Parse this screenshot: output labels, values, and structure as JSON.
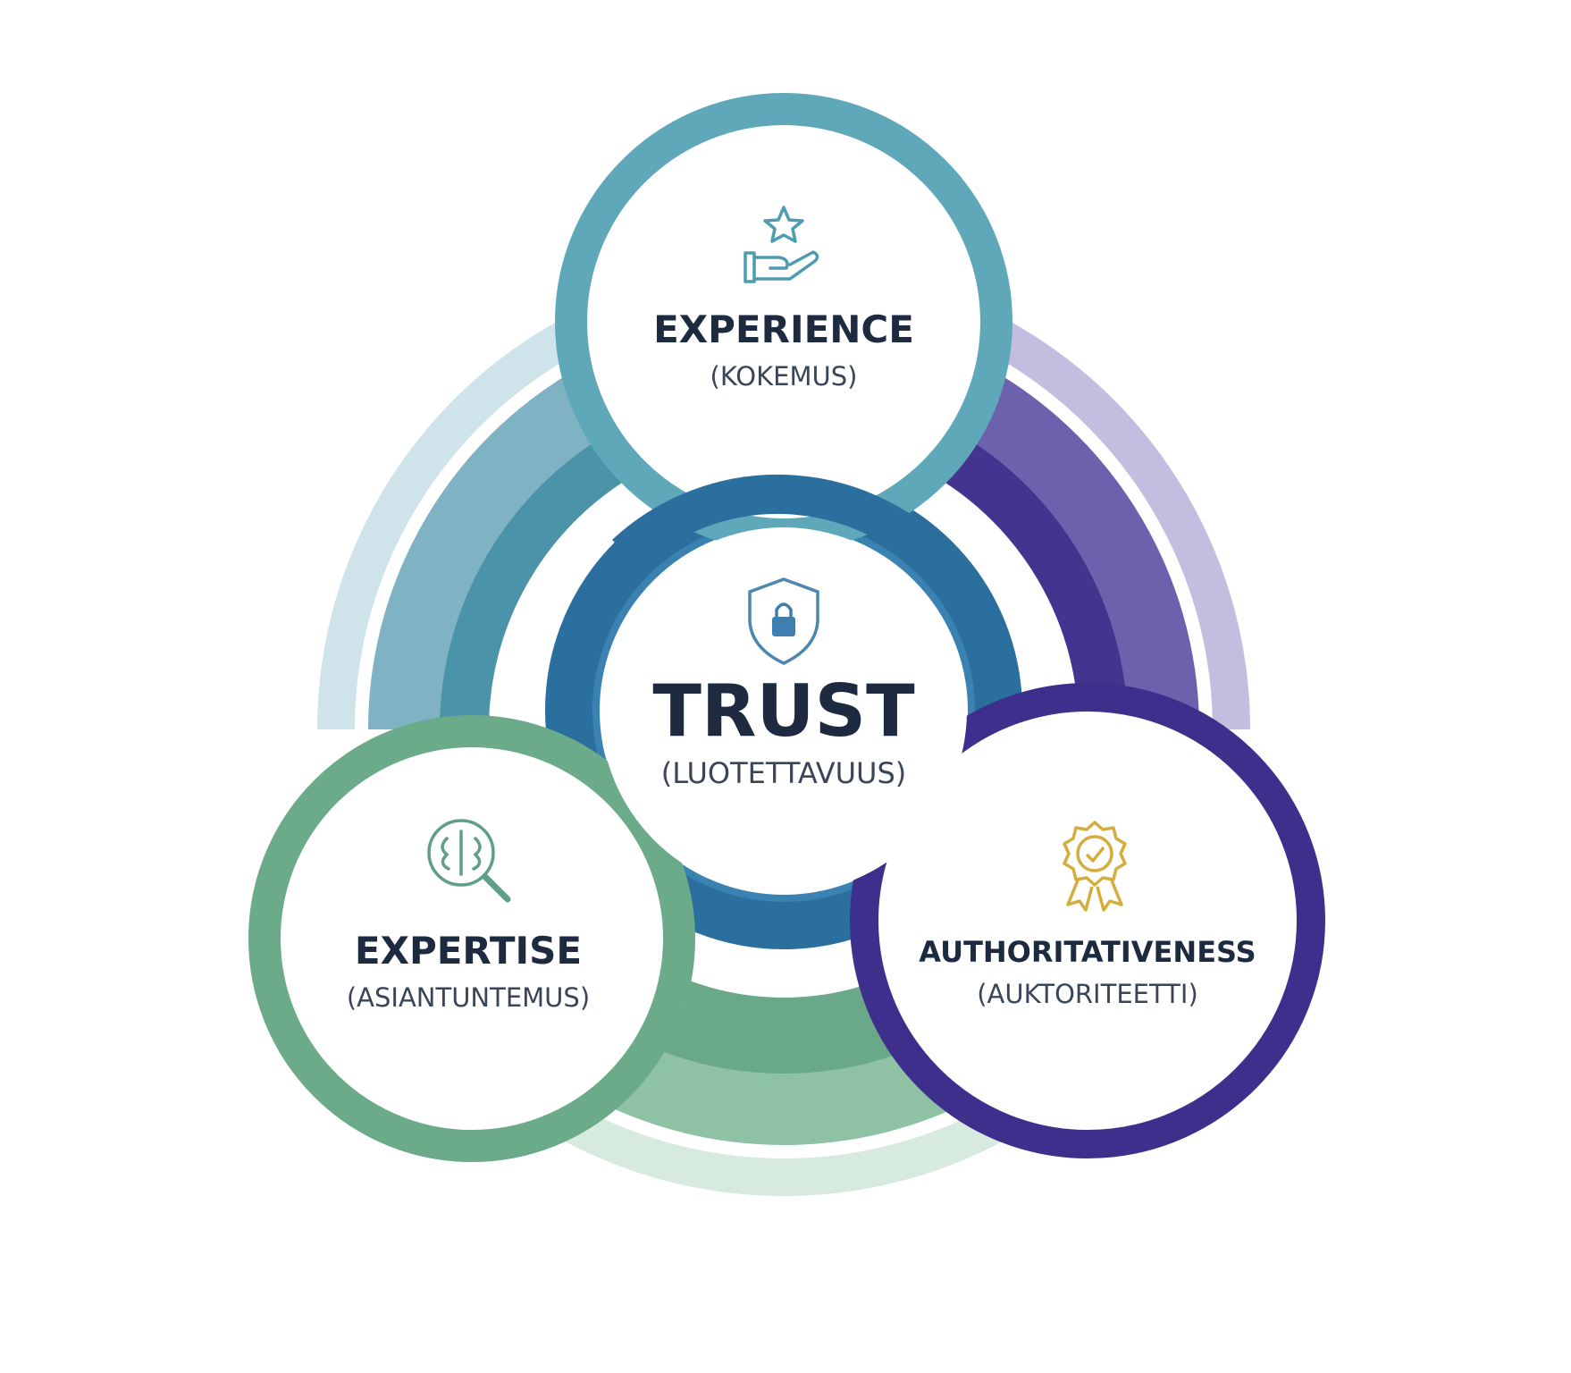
{
  "center": {
    "title": "TRUST",
    "subtitle": "(LUOTETTAVUUS)",
    "icon": "shield-lock-icon"
  },
  "pillars": [
    {
      "title": "EXPERIENCE",
      "subtitle": "(KOKEMUS)",
      "icon": "hand-star-icon"
    },
    {
      "title": "EXPERTISE",
      "subtitle": "(ASIANTUNTEMUS)",
      "icon": "brain-magnifier-icon"
    },
    {
      "title": "AUTHORITATIVENESS",
      "subtitle": "(AUKTORITEETTI)",
      "icon": "award-ribbon-icon"
    }
  ],
  "colors": {
    "experience": "#5ea8ba",
    "trust": "#2b6f9f",
    "expertise": "#6cab8a",
    "authority": "#3f2f8d",
    "text": "#1d2a40",
    "gold": "#d4ad3c"
  }
}
